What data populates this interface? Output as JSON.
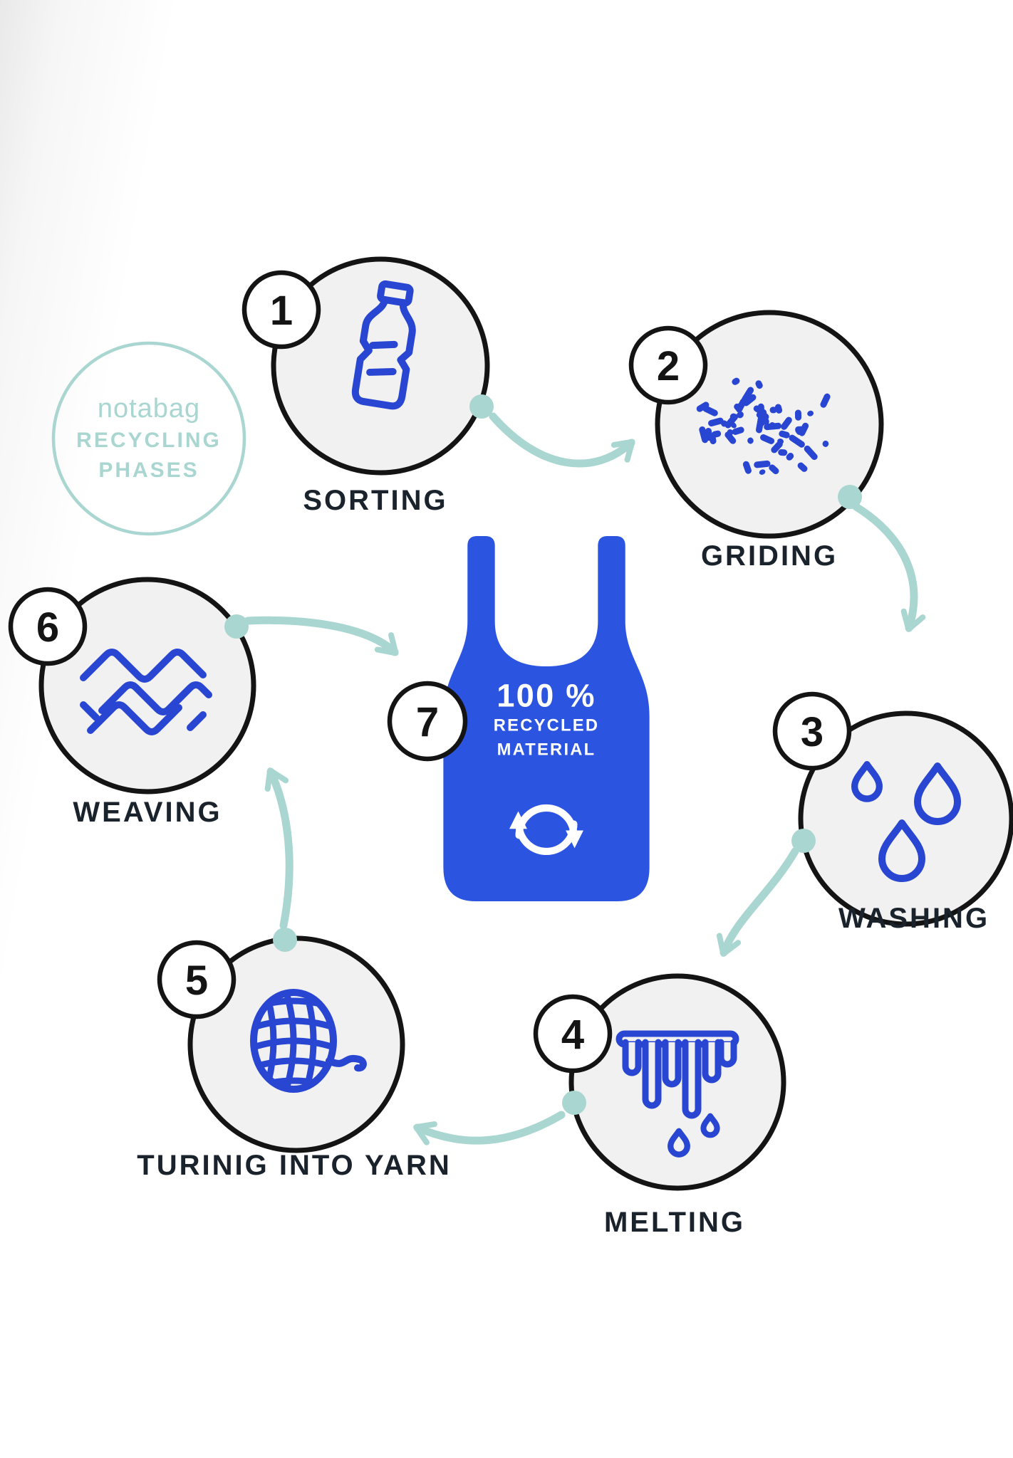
{
  "logo": {
    "brand": "notabag",
    "line1": "RECYCLING",
    "line2": "PHASES"
  },
  "phases": [
    {
      "number": "1",
      "label": "SORTING"
    },
    {
      "number": "2",
      "label": "GRIDING"
    },
    {
      "number": "3",
      "label": "WASHING"
    },
    {
      "number": "4",
      "label": "MELTING"
    },
    {
      "number": "5",
      "label": "TURINIG INTO YARN"
    },
    {
      "number": "6",
      "label": "WEAVING"
    },
    {
      "number": "7",
      "label": ""
    }
  ],
  "bag": {
    "percent": "100 %",
    "line2": "RECYCLED",
    "line3": "MATERIAL"
  },
  "colors": {
    "icon_blue": "#2946d2",
    "bag_blue": "#2b55e0",
    "mint": "#a9d6d0",
    "circle_fill": "#f1f1f2",
    "outline": "#141414",
    "label_color": "#1a222c"
  }
}
